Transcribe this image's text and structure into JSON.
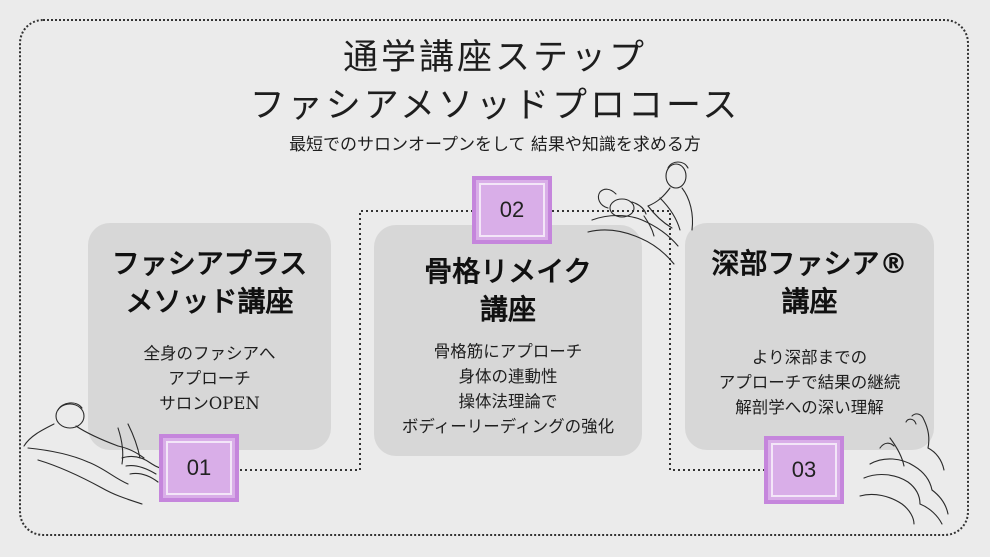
{
  "header": {
    "title_line1": "通学講座ステップ",
    "title_line2": "ファシアメソッドプロコース",
    "subtitle": "最短でのサロンオープンをして 結果や知識を求める方"
  },
  "steps": [
    {
      "number": "01",
      "title_lines": [
        "ファシアプラス",
        "メソッド講座"
      ],
      "body_lines": [
        "全身のファシアへ",
        "アプローチ",
        "サロンOPEN"
      ]
    },
    {
      "number": "02",
      "title_lines": [
        "骨格リメイク",
        "講座"
      ],
      "body_lines": [
        "骨格筋にアプローチ",
        "身体の連動性",
        "操体法理論で",
        "ボディーリーディングの強化"
      ]
    },
    {
      "number": "03",
      "title_lines": [
        "深部ファシア®",
        "講座"
      ],
      "body_lines": [
        "より深部までの",
        "アプローチで結果の継続",
        "解剖学への深い理解"
      ]
    }
  ],
  "colors": {
    "background": "#ebebeb",
    "card": "#d7d7d7",
    "badge_fill": "#d9aee8",
    "badge_border": "#c586dc",
    "text": "#1e1e1e"
  },
  "illustrations": [
    "massage-hands-sketch",
    "therapist-massage-sketch",
    "foot-massage-sketch"
  ]
}
